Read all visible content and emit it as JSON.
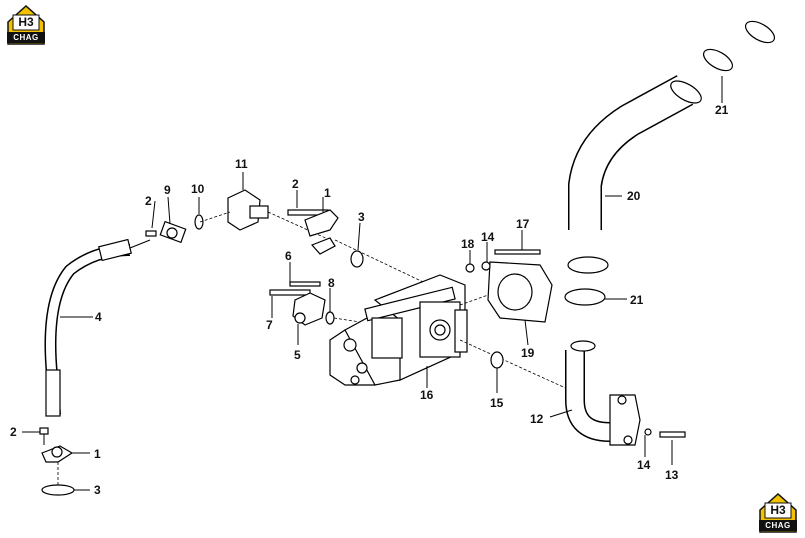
{
  "logo": {
    "mark": "H3",
    "text": "CHAG",
    "accent": "#f2c200",
    "icon": "house-logo-icon"
  },
  "callouts": {
    "c1a": "1",
    "c1b": "1",
    "c2a": "2",
    "c2b": "2",
    "c2c": "2",
    "c3a": "3",
    "c3b": "3",
    "c4": "4",
    "c5": "5",
    "c6": "6",
    "c7": "7",
    "c8": "8",
    "c9": "9",
    "c10": "10",
    "c11": "11",
    "c12": "12",
    "c13": "13",
    "c14a": "14",
    "c14b": "14",
    "c15": "15",
    "c16": "16",
    "c17": "17",
    "c18": "18",
    "c19": "19",
    "c20": "20",
    "c21a": "21",
    "c21b": "21"
  }
}
